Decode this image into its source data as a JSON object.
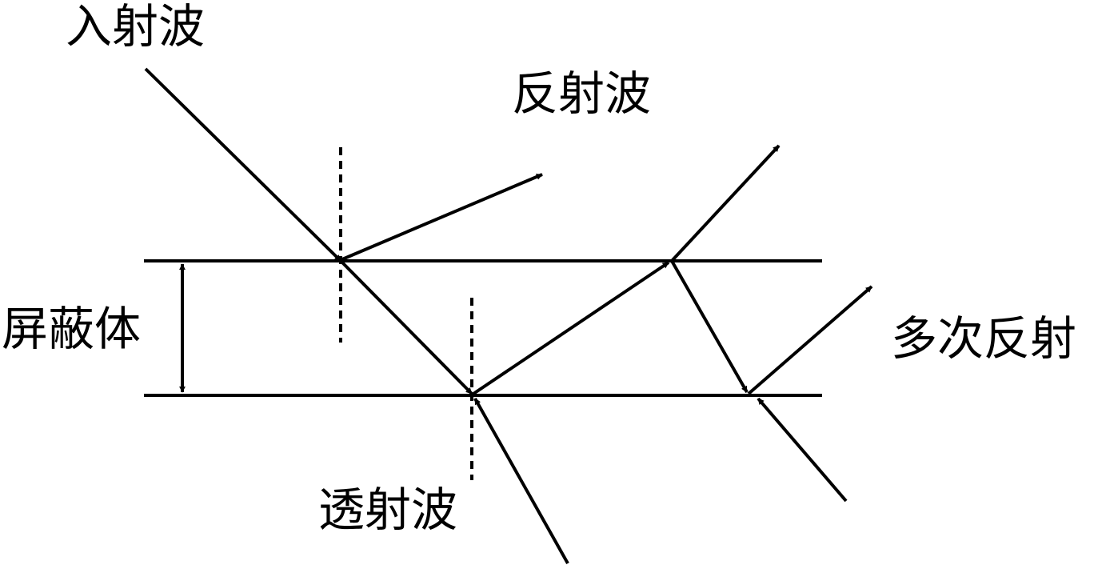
{
  "labels": {
    "incident_wave": "入射波",
    "reflected_wave": "反射波",
    "shield": "屏蔽体",
    "multiple_reflection": "多次反射",
    "transmitted_wave": "透射波"
  },
  "colors": {
    "line": "#000000",
    "background": "#ffffff"
  }
}
